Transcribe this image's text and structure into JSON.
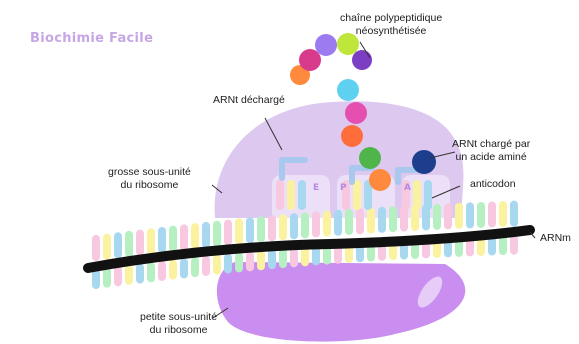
{
  "brand": {
    "name": "Biochimie Facile",
    "color": "#c7a6e6"
  },
  "labels": {
    "chain": [
      "chaîne polypeptidique",
      "néosynthétisée"
    ],
    "trna_uncharged": "ARNt déchargé",
    "trna_charged": [
      "ARNt chargé par",
      "un acide aminé"
    ],
    "anticodon": "anticodon",
    "large_subunit": [
      "grosse sous-unité",
      "du ribosome"
    ],
    "small_subunit": [
      "petite sous-unité",
      "du ribosome"
    ],
    "mrna": "ARNm"
  },
  "sites": {
    "e": "E",
    "p": "P",
    "a": "A"
  },
  "colors": {
    "large_subunit": "#ddc9f0",
    "small_subunit": "#c98ef0",
    "mrna_strand": "#111111",
    "trna": "#a8c8ee",
    "site_letters": "#b48ae0",
    "amino_chain": [
      "#ff8a3d",
      "#d93b8c",
      "#9c7bf0",
      "#bfe63a",
      "#7c3fc4",
      "#5ed0f0",
      "#e54fb0",
      "#ff6d3c",
      "#4fb54a"
    ],
    "amino_acid": "#1d3e8c",
    "bases": [
      "#f7c8e0",
      "#fbf2a0",
      "#a8d8f0",
      "#b6f0c2"
    ]
  }
}
